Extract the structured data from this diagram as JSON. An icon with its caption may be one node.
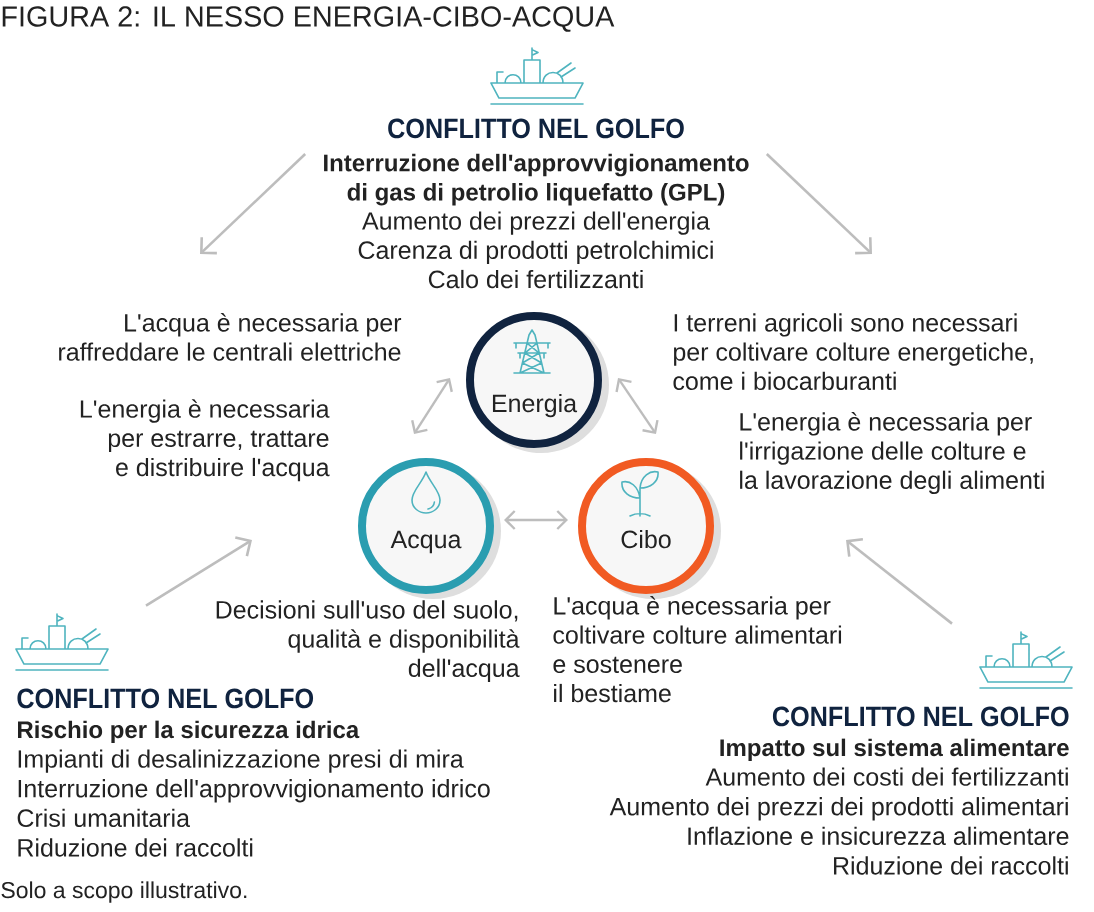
{
  "diagram": {
    "title": "FIGURA 2: IL NESSO ENERGIA-CIBO-ACQUA",
    "caption": "Solo a scopo illustrativo.",
    "nodes": [
      {
        "text": [
          "CONFLITTO NEL GOLFO",
          "Interruzione dell'approvvigionamento di gas di petrolio liquefatto (GPL)",
          "Aumento dei prezzi dell'energia",
          "Carenza di prodotti petrolchimici",
          "Calo dei fertilizzanti"
        ]
      },
      {
        "text": [
          "Energia"
        ]
      },
      {
        "text": [
          "Acqua"
        ]
      },
      {
        "text": [
          "Cibo"
        ]
      },
      {
        "text": [
          "CONFLITTO NEL GOLFO",
          "Rischio per la sicurezza idrica",
          "Impianti di desalinizzazione presi di mira",
          "Interruzione dell'approvvigionamento idrico",
          "Crisi umanitaria",
          "Riduzione dei raccolti"
        ]
      },
      {
        "text": [
          "CONFLITTO NEL GOLFO",
          "Impatto sul sistema alimentare",
          "Aumento dei costi dei fertilizzanti",
          "Aumento dei prezzi dei prodotti alimentari",
          "Inflazione e insicurezza alimentare",
          "Riduzione dei raccolti"
        ]
      }
    ],
    "edges": [
      {
        "from": 0,
        "to": null,
        "arrow": "to"
      },
      {
        "from": 0,
        "to": null,
        "arrow": "to"
      },
      {
        "from": 4,
        "to": null,
        "arrow": "to"
      },
      {
        "from": 5,
        "to": null,
        "arrow": "to"
      },
      {
        "from": 1,
        "to": 2,
        "arrow": "both"
      },
      {
        "from": 1,
        "to": 3,
        "arrow": "both"
      },
      {
        "from": 2,
        "to": 3,
        "arrow": "both"
      }
    ],
    "labels": [
      "L'acqua è necessaria per raffreddare le centrali elettriche",
      "I terreni agricoli sono necessari per coltivare colture energetiche, come i biocarburanti",
      "L'energia è necessaria per estrarre, trattare e distribuire l'acqua",
      "L'energia è necessaria per l'irrigazione delle colture e la lavorazione degli alimenti",
      "Decisioni sull'uso del suolo, qualità e disponibilità dell'acqua",
      "L'acqua è necessaria per coltivare colture alimentari e sostenere il bestiame"
    ]
  }
}
